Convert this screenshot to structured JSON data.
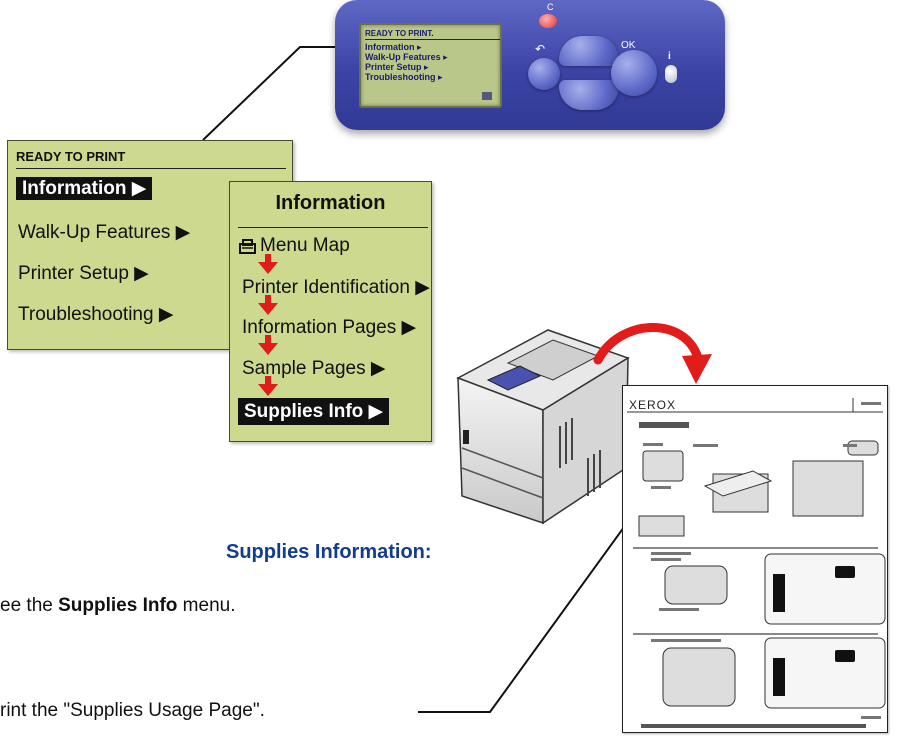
{
  "control_panel": {
    "lcd_header": "READY TO PRINT.",
    "lcd_items": [
      "Information ▸",
      "Walk-Up Features ▸",
      "Printer Setup ▸",
      "Troubleshooting ▸"
    ],
    "ok_label": "OK",
    "cancel_label": "C",
    "info_label": "i"
  },
  "main_menu": {
    "header": "READY TO PRINT",
    "items": [
      {
        "label": "Information ▶",
        "selected": true
      },
      {
        "label": "Walk-Up Features ▶",
        "selected": false
      },
      {
        "label": "Printer Setup ▶",
        "selected": false
      },
      {
        "label": "Troubleshooting ▶",
        "selected": false
      }
    ]
  },
  "info_menu": {
    "header": "Information",
    "items": [
      {
        "label": "Menu Map",
        "icon": "menu-map-icon"
      },
      {
        "label": "Printer Identification ▶"
      },
      {
        "label": "Information Pages ▶"
      },
      {
        "label": "Sample Pages ▶"
      },
      {
        "label": "Supplies Info ▶",
        "selected": true
      }
    ]
  },
  "printed_page": {
    "brand": "XEROX"
  },
  "instructions": {
    "heading": "Supplies Information:",
    "step1_prefix": "ee the ",
    "step1_bold": "Supplies Info",
    "step1_suffix": " menu.",
    "step2": "rint the \"Supplies Usage Page\"."
  },
  "colors": {
    "lcd_green": "#ccd98e",
    "panel_blue": "#3b43a5",
    "arrow_red": "#e21b1b",
    "heading_blue": "#123c8c"
  }
}
